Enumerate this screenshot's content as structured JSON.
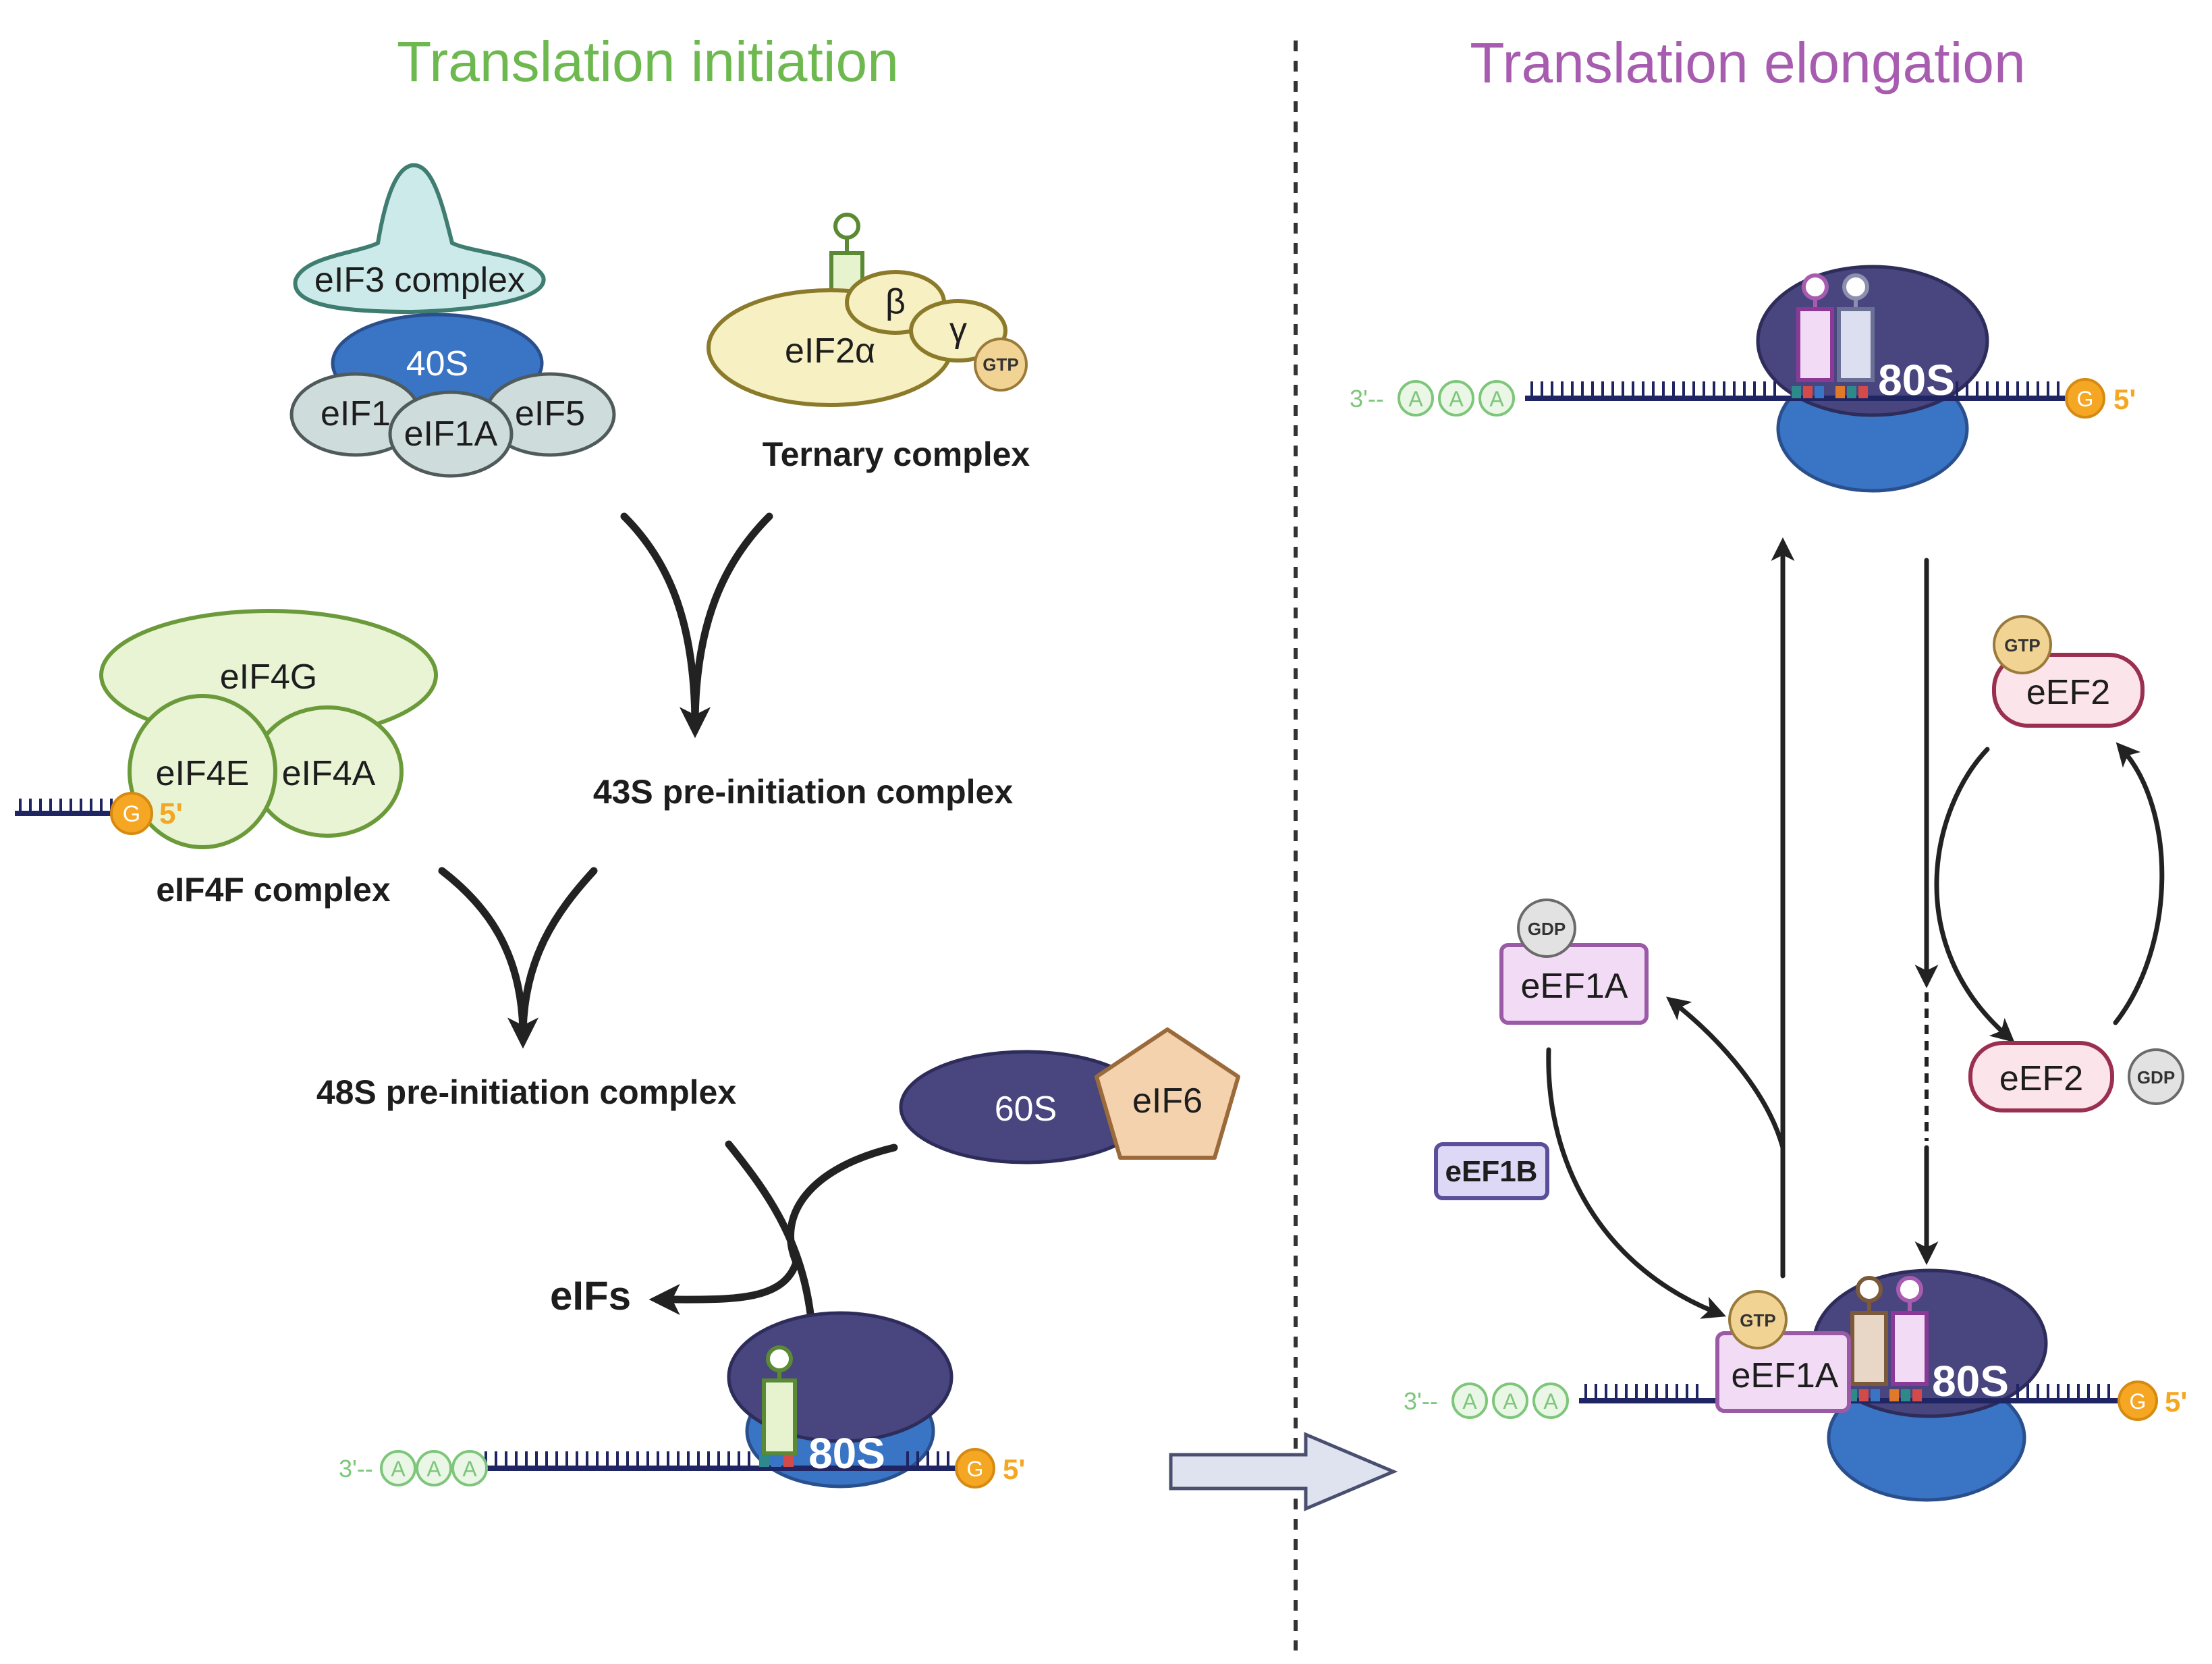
{
  "titles": {
    "initiation": "Translation initiation",
    "elongation": "Translation elongation"
  },
  "colors": {
    "initiation_title": "#6db94f",
    "elongation_title": "#a75cb0",
    "small_subunit": "#3a74c4",
    "large_subunit": "#48457f",
    "mrna": "#1f2463",
    "cap": "#f5a623",
    "polya": "#7dc67a"
  },
  "initiation": {
    "eif3_complex": "eIF3 complex",
    "s40": "40S",
    "eif1": "eIF1",
    "eif1a": "eIF1A",
    "eif5": "eIF5",
    "eif2a": "eIF2α",
    "beta": "β",
    "gamma": "γ",
    "gtp": "GTP",
    "ternary_complex": "Ternary complex",
    "complex_43s": "43S pre-initiation complex",
    "eif4g": "eIF4G",
    "eif4e": "eIF4E",
    "eif4a": "eIF4A",
    "eif4f_complex": "eIF4F complex",
    "cap_g": "G",
    "five_prime": "5'",
    "complex_48s": "48S pre-initiation complex",
    "s60": "60S",
    "eif6": "eIF6",
    "eifs": "eIFs",
    "s80": "80S",
    "three_prime": "3'--",
    "poly_a": "A"
  },
  "elongation": {
    "s80_top": "80S",
    "s80_bottom": "80S",
    "three_prime": "3'--",
    "poly_a": "A",
    "cap_g": "G",
    "five_prime": "5'",
    "gtp_eef2": "GTP",
    "eef2_top": "eEF2",
    "eef2_bottom": "eEF2",
    "gdp_eef2": "GDP",
    "gdp_eef1a": "GDP",
    "eef1a_top": "eEF1A",
    "eef1b": "eEF1B",
    "gtp_eef1a": "GTP",
    "eef1a_bottom": "eEF1A"
  }
}
